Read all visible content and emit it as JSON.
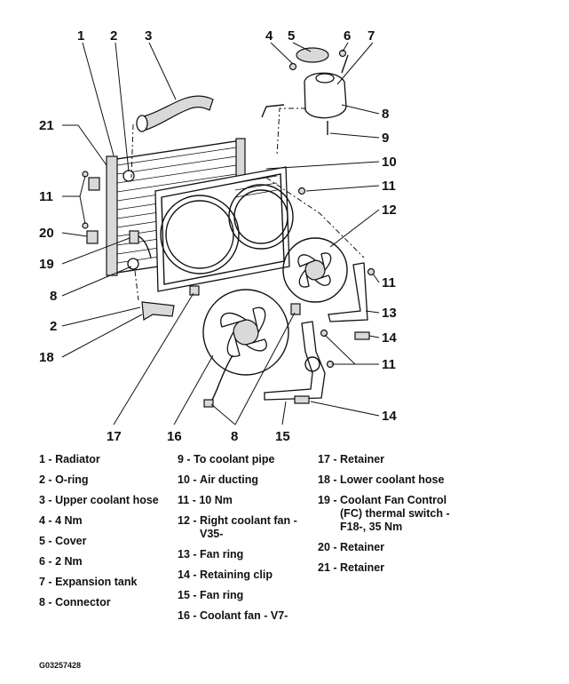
{
  "callouts": {
    "c1": "1",
    "c2": "2",
    "c3": "3",
    "c4": "4",
    "c5": "5",
    "c6": "6",
    "c7": "7",
    "c8a": "8",
    "c9": "9",
    "c10": "10",
    "c11a": "11",
    "c12": "12",
    "c21": "21",
    "c11b": "11",
    "c20": "20",
    "c19": "19",
    "c11c": "11",
    "c8b": "8",
    "c13": "13",
    "c2b": "2",
    "c14a": "14",
    "c18": "18",
    "c11d": "11",
    "c14b": "14",
    "c17": "17",
    "c16": "16",
    "c8c": "8",
    "c15": "15"
  },
  "legend": {
    "col1": [
      {
        "num": "1",
        "text": "Radiator"
      },
      {
        "num": "2",
        "text": "O-ring"
      },
      {
        "num": "3",
        "text": "Upper coolant hose"
      },
      {
        "num": "4",
        "text": "4 Nm"
      },
      {
        "num": "5",
        "text": "Cover"
      },
      {
        "num": "6",
        "text": "2 Nm"
      },
      {
        "num": "7",
        "text": "Expansion tank"
      },
      {
        "num": "8",
        "text": "Connector"
      }
    ],
    "col2": [
      {
        "num": "9",
        "text": "To coolant pipe"
      },
      {
        "num": "10",
        "text": "Air ducting"
      },
      {
        "num": "11",
        "text": "10 Nm"
      },
      {
        "num": "12",
        "text": "Right coolant fan -V35-"
      },
      {
        "num": "13",
        "text": "Fan ring"
      },
      {
        "num": "14",
        "text": "Retaining clip"
      },
      {
        "num": "15",
        "text": "Fan ring"
      },
      {
        "num": "16",
        "text": "Coolant fan - V7-"
      }
    ],
    "col3": [
      {
        "num": "17",
        "text": "Retainer"
      },
      {
        "num": "18",
        "text": "Lower coolant hose"
      },
      {
        "num": "19",
        "text": "Coolant Fan Control (FC) thermal switch -F18-, 35 Nm"
      },
      {
        "num": "20",
        "text": "Retainer"
      },
      {
        "num": "21",
        "text": "Retainer"
      }
    ]
  },
  "figure_code": "G03257428"
}
